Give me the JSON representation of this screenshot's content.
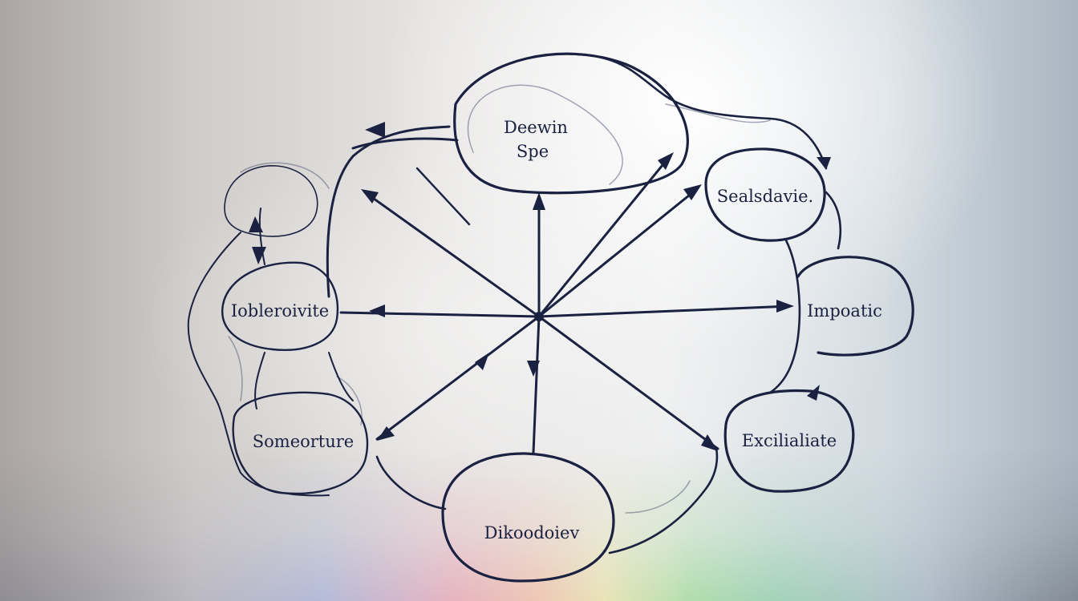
{
  "colors": {
    "ink": "#1b2140",
    "background": "#e9e6e3"
  },
  "nodes": {
    "top": {
      "line1": "Deewin",
      "line2": "Spe"
    },
    "top_right": {
      "label": "Sealsdavie."
    },
    "right": {
      "label": "Impoatic"
    },
    "bottom_right": {
      "label": "Excilialiate"
    },
    "bottom": {
      "label": "Dikoodoiev"
    },
    "bottom_left": {
      "label": "Someorture"
    },
    "left": {
      "label": "Iobleroivite"
    }
  }
}
